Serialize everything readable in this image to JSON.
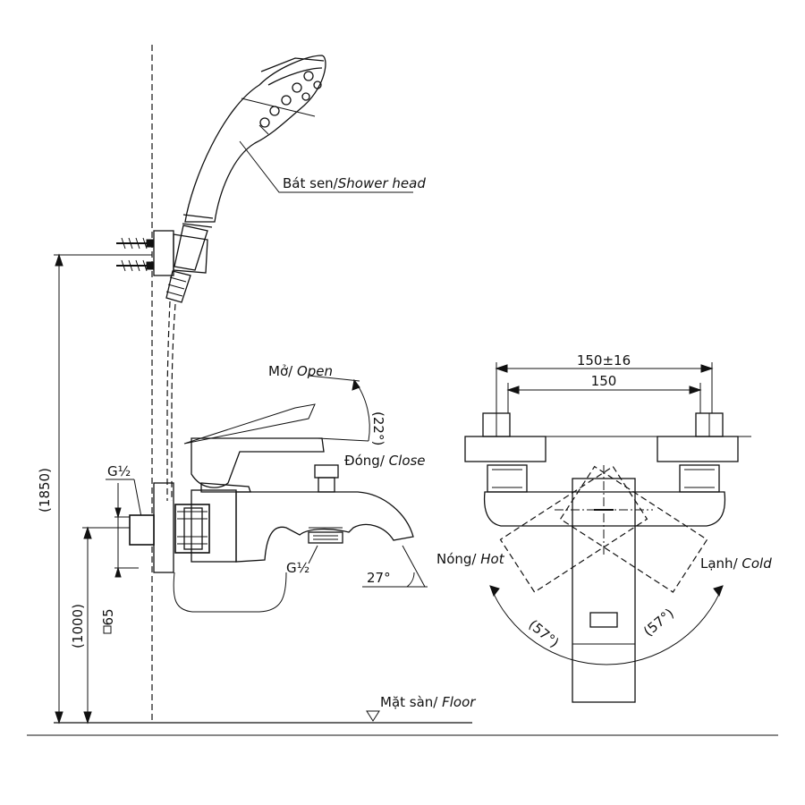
{
  "labels": {
    "shower_head_vi": "Bát sen/",
    "shower_head_en": "Shower head",
    "open_vi": "Mở/",
    "open_en": "Open",
    "close_vi": "Đóng/",
    "close_en": "Close",
    "hot_vi": "Nóng/",
    "hot_en": "Hot",
    "cold_vi": "Lạnh/",
    "cold_en": "Cold",
    "floor_vi": "Mặt sàn/",
    "floor_en": "Floor"
  },
  "dimensions": {
    "total_height": "(1850)",
    "outlet_height": "(1000)",
    "square_65": "65",
    "thread_inlet": "G½",
    "thread_outlet": "G½",
    "spacing_tolerance": "150±16",
    "spacing": "150",
    "lever_angle": "(22°)",
    "spout_angle": "27°",
    "rotate_hot": "(57°)",
    "rotate_cold": "(57°)"
  }
}
